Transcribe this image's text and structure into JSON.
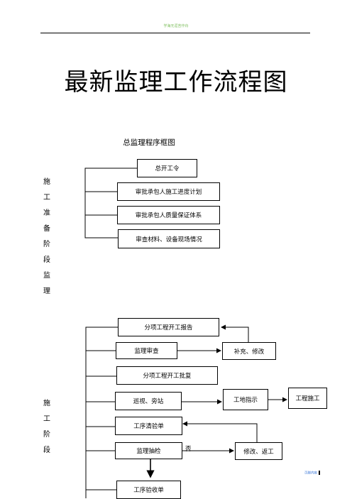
{
  "header": {
    "text": "学海无涯苦作舟"
  },
  "title": "最新监理工作流程图",
  "subtitle": "总监理程序框图",
  "section1": {
    "side_label": [
      "施",
      "工",
      "准",
      "备",
      "阶",
      "段",
      "监",
      "理"
    ],
    "boxes": [
      "总开工令",
      "审批承包人施工进度计划",
      "审批承包人质量保证体系",
      "审查材料、设备现场情况"
    ]
  },
  "section2": {
    "side_label": [
      "施",
      "工",
      "阶",
      "段"
    ],
    "boxes": {
      "report": "分项工程开工报告",
      "review": "监理审查",
      "supplement": "补充、修改",
      "approval": "分项工程开工批复",
      "patrol": "巡视、旁站",
      "instruction": "工地指示",
      "construction": "工程施工",
      "process_check": "工序清验单",
      "spot_check": "监理抽检",
      "no_label": "否",
      "rework": "修改、返工",
      "acceptance": "工序验收单"
    }
  },
  "footer": {
    "text": "页脚内容"
  }
}
